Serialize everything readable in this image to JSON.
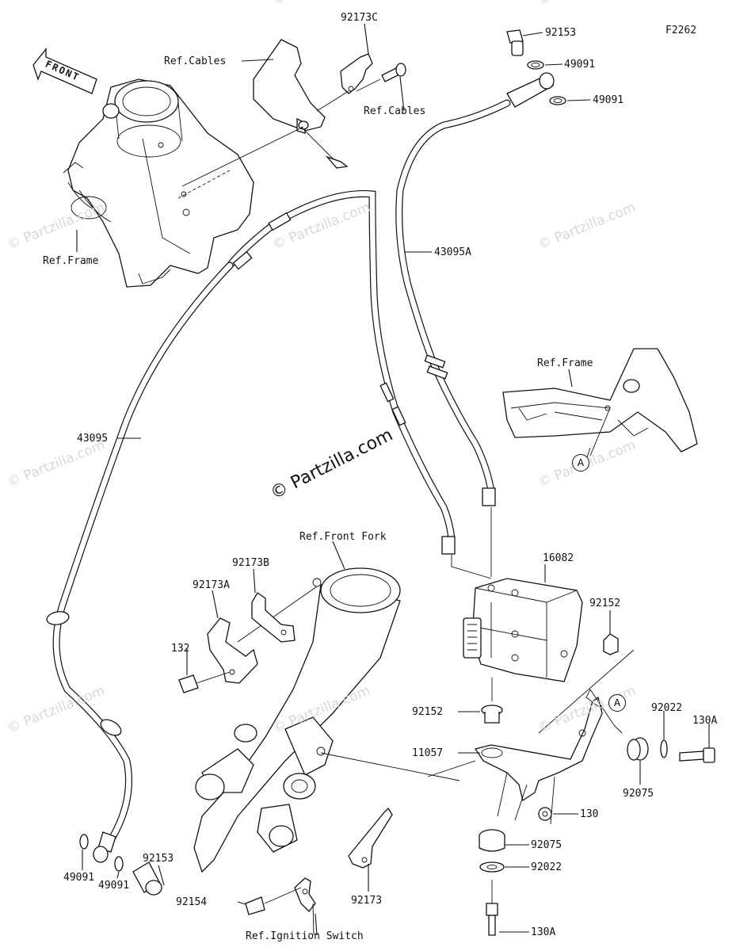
{
  "figure_id": "F2262",
  "front_marker": "FRONT",
  "watermark_main": "© Partzilla.com",
  "watermark_faint": "© Partzilla.com",
  "callouts": {
    "ref_cables_top": "Ref.Cables",
    "ref_cables_right": "Ref.Cables",
    "ref_frame_left": "Ref.Frame",
    "ref_frame_right": "Ref.Frame",
    "ref_front_fork": "Ref.Front Fork",
    "ref_ignition_switch": "Ref.Ignition Switch",
    "p92173C": "92173C",
    "p92153_top": "92153",
    "p49091_a": "49091",
    "p49091_b": "49091",
    "p43095A": "43095A",
    "p43095": "43095",
    "p16082": "16082",
    "p92152_a": "92152",
    "p92152_b": "92152",
    "p92173B": "92173B",
    "p92173A": "92173A",
    "p132": "132",
    "p92022_a": "92022",
    "p130A_a": "130A",
    "p11057": "11057",
    "p92075_a": "92075",
    "p130": "130",
    "p92075_b": "92075",
    "p92022_b": "92022",
    "p130A_b": "130A",
    "p92173": "92173",
    "p92153_bottom": "92153",
    "p49091_c": "49091",
    "p49091_d": "49091",
    "p92154": "92154",
    "ref_A_top": "A",
    "ref_A_bottom": "A"
  }
}
